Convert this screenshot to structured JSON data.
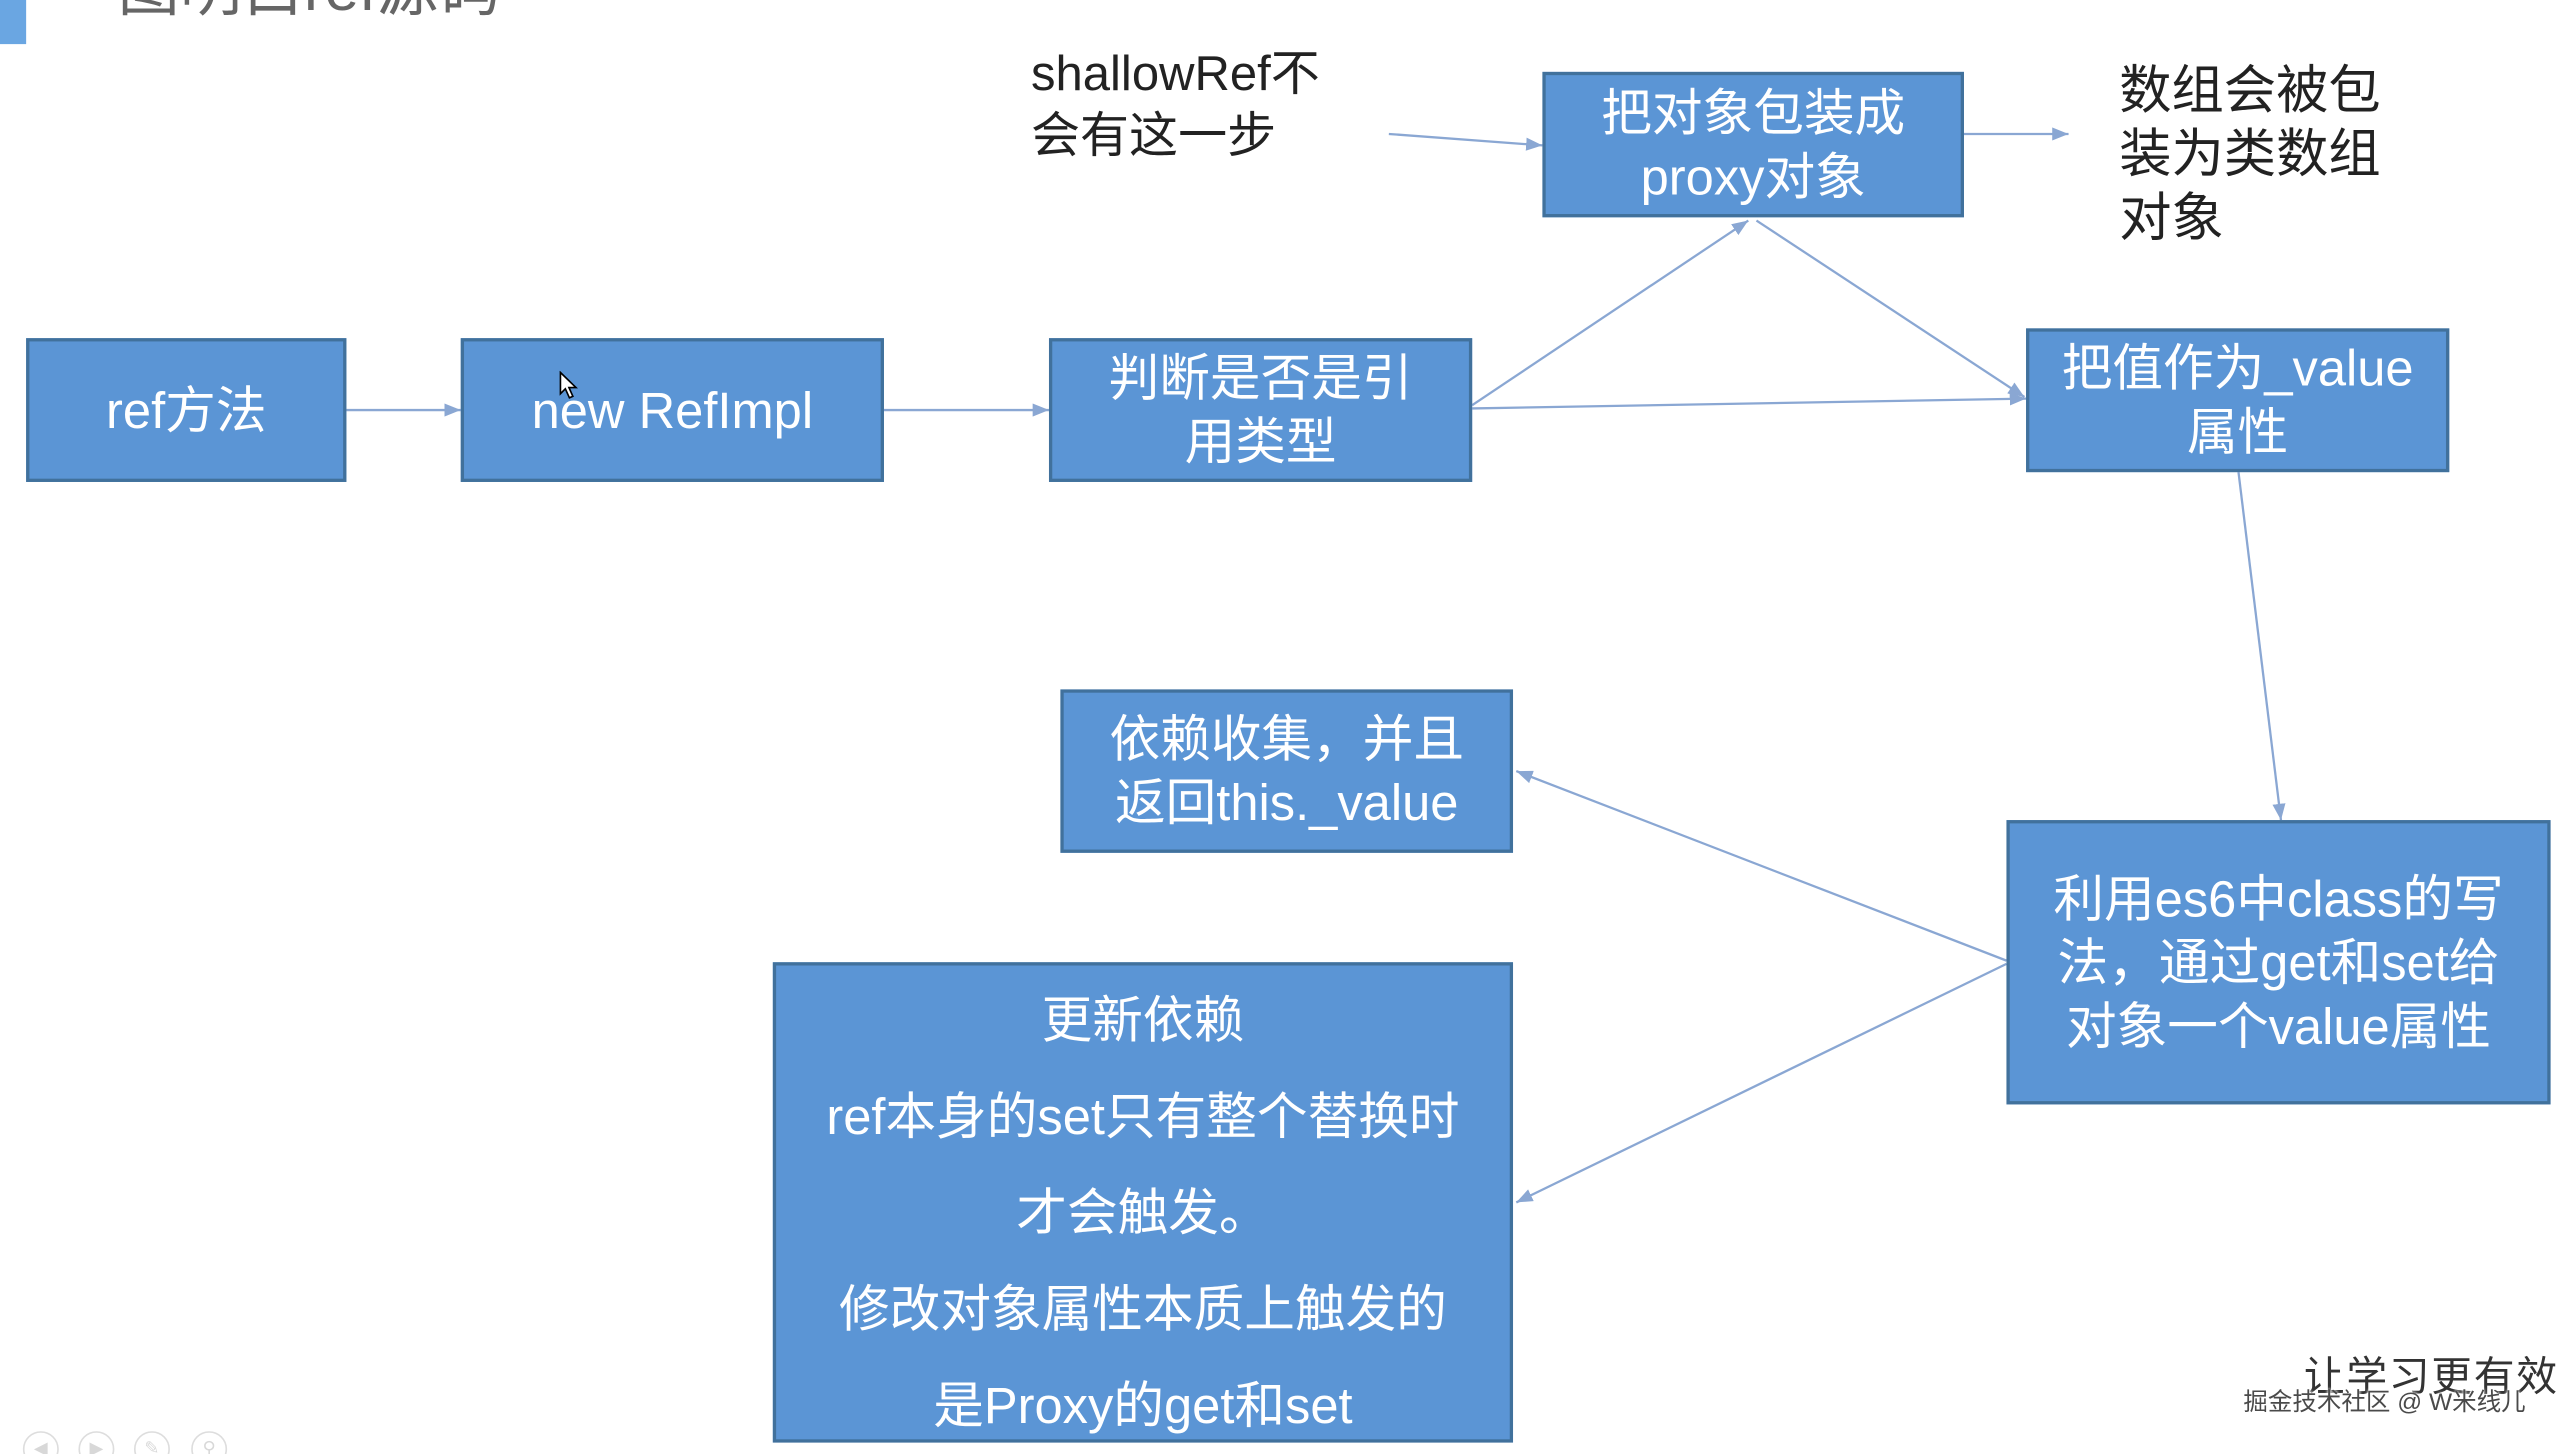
{
  "title": "图明白ref源码",
  "nodes": {
    "ref_method": "ref方法",
    "new_refimpl": "new RefImpl",
    "check_ref_type": [
      "判断是否是引",
      "用类型"
    ],
    "wrap_proxy": [
      "把对象包装成",
      "proxy对象"
    ],
    "set_value": [
      "把值作为_value",
      "属性"
    ],
    "es6_class": [
      "利用es6中class的写",
      "法，通过get和set给",
      "对象一个value属性"
    ],
    "collect_deps": [
      "依赖收集，并且",
      "返回this._value"
    ],
    "update_deps": [
      "更新依赖",
      "ref本身的set只有整个替换时",
      "才会触发。",
      "修改对象属性本质上触发的",
      "是Proxy的get和set"
    ]
  },
  "notes": {
    "shallow_ref": [
      "shallowRef不",
      "会有这一步"
    ],
    "array_wrap": [
      "数组会被包",
      "装为类数组",
      "对象"
    ]
  },
  "footer": {
    "slogan": "让学习更有效",
    "watermark": "掘金技术社区 @ W米线儿"
  },
  "icons": {
    "cursor": "mouse-cursor-icon",
    "slideshow_controls": [
      "previous-slide-icon",
      "next-slide-icon",
      "pen-icon",
      "zoom-icon"
    ]
  },
  "colors": {
    "box_fill": "#5b95d5",
    "box_border": "#41719c",
    "arrow": "#8aa7d3",
    "accent_bar": "#6aa6e2"
  }
}
